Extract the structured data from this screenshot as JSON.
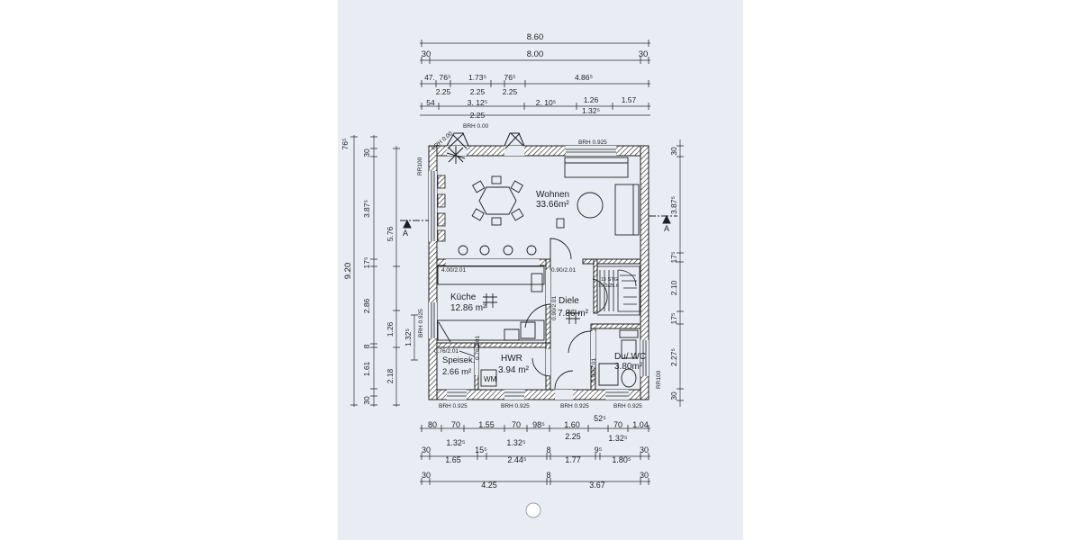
{
  "rooms": {
    "wohnen": {
      "name": "Wohnen",
      "area": "33.66m²"
    },
    "kueche": {
      "name": "Küche",
      "area": "12.86 m²"
    },
    "diele": {
      "name": "Diele",
      "area": "7.86 m²"
    },
    "speisek": {
      "name": "Speisek.",
      "area": "2.66 m²"
    },
    "hwr": {
      "name": "HWR",
      "area": "3.94 m²"
    },
    "duwc": {
      "name": "Du/ WC",
      "area": "3.80m²"
    }
  },
  "appliances": {
    "washer": "WM"
  },
  "section_marks": {
    "left": "A",
    "right": "A"
  },
  "openings": {
    "brh_top_1": "BRH 0.00",
    "brh_top_2": "BRH 0.00",
    "brh_top_right": "BRH 0.925",
    "rr_top_left": "RR100",
    "brh_left": "BRH 0.925",
    "brh_bottom_1": "BRH 0.925",
    "brh_bottom_2": "BRH 0.925",
    "brh_bottom_3": "BRH 0.925",
    "brh_bottom_4": "BRH 0.925",
    "rr_bottom_right": "RR100",
    "door_kitchen": "4.00/2.01",
    "door_diele": "0.90/2.01",
    "door_vertical_1": "0.90/2.01",
    "door_speisek": "0.76/2.01",
    "door_hwr": "0.76/2.01",
    "door_wc": "0.90/2.01",
    "stairs_steps": "15 STG",
    "stairs_ratio": "19.3/25.6"
  },
  "dims_top": {
    "row1": [
      "8.60"
    ],
    "row2": [
      "30",
      "8.00",
      "30"
    ],
    "row3_upper": [
      "47.",
      "76⁵",
      "1.73⁵",
      "76⁵",
      "4.86⁵"
    ],
    "row3_lower": [
      "2.25",
      "2.25",
      "2.25"
    ],
    "row4": [
      "54",
      "3. 12⁵",
      "2. 10⁵",
      "1.26",
      "1.57"
    ],
    "row4_lower": [
      "1.32⁵"
    ],
    "row5": [
      "2.25"
    ]
  },
  "dims_bottom": {
    "row1": [
      "80",
      "70",
      "1.55",
      "70",
      "98⁵",
      "1.60",
      "52⁵",
      "70",
      "1.04"
    ],
    "row2": [
      "1.32⁵",
      "1.32⁵",
      "2.25",
      "1.32⁵"
    ],
    "row3": [
      "30",
      "1.65",
      "15⁵",
      "2.44⁵",
      "8",
      "1.77",
      "9⁵",
      "1.80⁵",
      "30"
    ],
    "row4": [
      "30",
      "4.25",
      "8",
      "3.67",
      "30"
    ]
  },
  "dims_left": {
    "outer": [
      "9.20"
    ],
    "mid": [
      "76⁵",
      "30",
      "3.87⁵",
      "17⁵",
      "2.86",
      "8",
      "1.61",
      "30"
    ],
    "inner": [
      "5.76",
      "1.26",
      "2.18"
    ],
    "innermost": [
      "1.32⁵"
    ]
  },
  "dims_right": [
    "30",
    "3.87⁵",
    "17⁵",
    "2.10",
    "17⁵",
    "2.27⁵",
    "30"
  ]
}
